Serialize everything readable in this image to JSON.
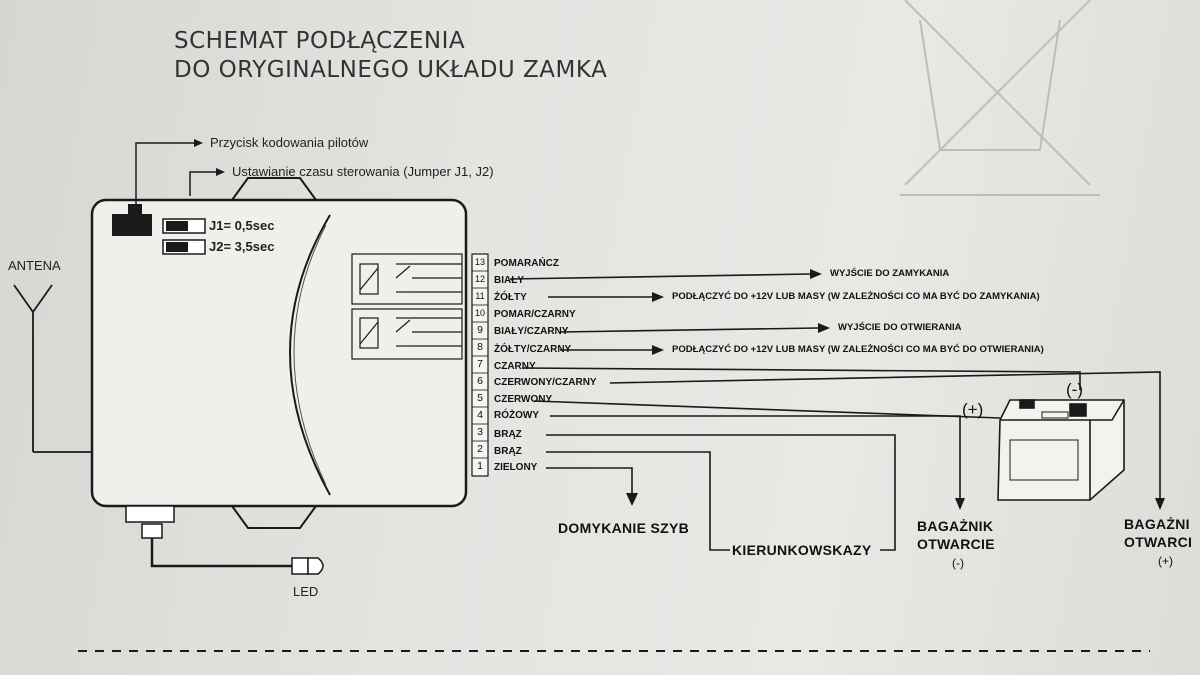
{
  "title": {
    "line1": "SCHEMAT PODŁĄCZENIA",
    "line2": "DO ORYGINALNEGO UKŁADU ZAMKA"
  },
  "callouts": {
    "button": "Przycisk kodowania pilotów",
    "jumper": "Ustawianie czasu sterowania (Jumper J1, J2)"
  },
  "jumpers": {
    "j1": "J1= 0,5sec",
    "j2": "J2= 3,5sec"
  },
  "antenna_label": "ANTENA",
  "led_label": "LED",
  "pins": [
    "1",
    "2",
    "3",
    "4",
    "5",
    "6",
    "7",
    "8",
    "9",
    "10",
    "11",
    "12",
    "13"
  ],
  "wires": {
    "w13": "POMARAŃCZ",
    "w12": "BIAŁY",
    "w11": "ŻÓŁTY",
    "w10": "POMAR/CZARNY",
    "w9": "BIAŁY/CZARNY",
    "w8": "ŻÓŁTY/CZARNY",
    "w7": "CZARNY",
    "w6": "CZERWONY/CZARNY",
    "w5": "CZERWONY",
    "w4": "RÓŻOWY",
    "w3": "BRĄZ",
    "w2": "BRĄZ",
    "w1": "ZIELONY"
  },
  "outputs": {
    "lock": "WYJŚCIE DO ZAMYKANIA",
    "lock_power": "PODŁĄCZYĆ DO +12V LUB MASY (W ZALEŻNOŚCI CO MA BYĆ DO ZAMYKANIA)",
    "unlock": "WYJŚCIE DO OTWIERANIA",
    "unlock_power": "PODŁĄCZYĆ DO +12V LUB MASY (W ZALEŻNOŚCI CO MA BYĆ DO OTWIERANIA)"
  },
  "battery": {
    "minus": "(-)",
    "plus": "(+)"
  },
  "bottom": {
    "windows": "DOMYKANIE SZYB",
    "indicators": "KIERUNKOWSKAZY",
    "trunk_minus_1": "BAGAŻNIK",
    "trunk_minus_2": "OTWARCIE",
    "trunk_minus_3": "(-)",
    "trunk_plus_1": "BAGAŻNI",
    "trunk_plus_2": "OTWARCI",
    "trunk_plus_3": "(+)"
  },
  "colors": {
    "ink": "#1a1a1a",
    "paper": "#e4e4e1"
  }
}
